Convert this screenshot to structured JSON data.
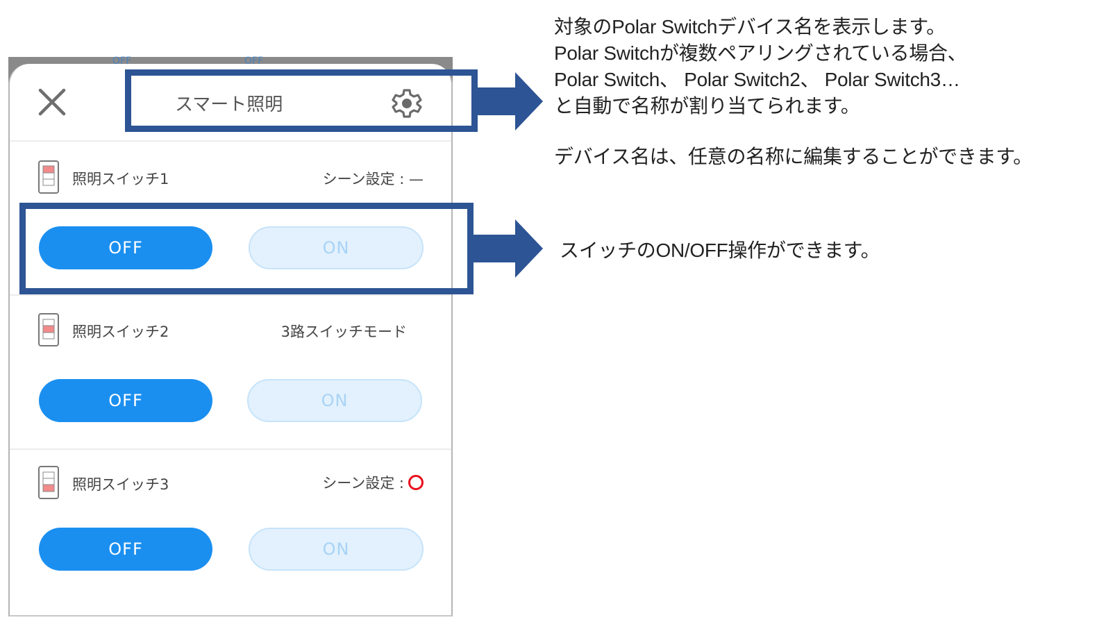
{
  "background_app": {
    "fragments": [
      "OFF",
      "OFF"
    ]
  },
  "header": {
    "title": "スマート照明",
    "close_icon": "close-icon",
    "settings_icon": "gear-icon"
  },
  "switches": [
    {
      "name": "照明スイッチ1",
      "status_label": "シーン設定 : —",
      "status_marker": "",
      "indicator_position": "top",
      "off_label": "OFF",
      "on_label": "ON",
      "state": "off"
    },
    {
      "name": "照明スイッチ2",
      "status_label": "3路スイッチモード",
      "status_marker": "",
      "indicator_position": "middle",
      "off_label": "OFF",
      "on_label": "ON",
      "state": "off"
    },
    {
      "name": "照明スイッチ3",
      "status_label": "シーン設定 :",
      "status_marker": "red-circle",
      "indicator_position": "bottom",
      "off_label": "OFF",
      "on_label": "ON",
      "state": "off"
    }
  ],
  "annotations": {
    "device_name": {
      "lines": [
        "対象のPolar Switchデバイス名を表示します。",
        "Polar Switchが複数ペアリングされている場合、",
        "Polar Switch、 Polar Switch2、 Polar Switch3…",
        "と自動で名称が割り当てられます。"
      ],
      "extra": "デバイス名は、任意の名称に編集することができます。"
    },
    "switch_control": {
      "text": "スイッチのON/OFF操作ができます。"
    }
  },
  "colors": {
    "callout": "#2d5494",
    "off_button": "#1a8ff0",
    "on_button": "#e2f1fd",
    "scene_marker": "#e8101c",
    "indicator": "#f28b8b"
  }
}
